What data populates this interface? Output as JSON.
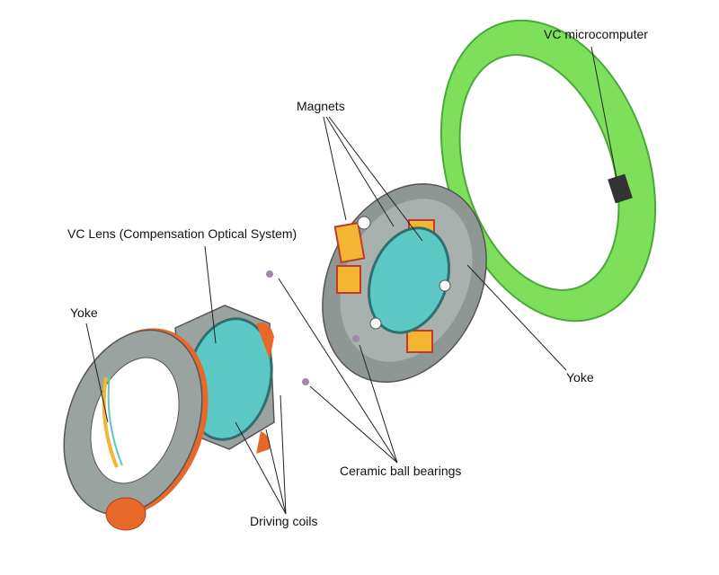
{
  "labels": {
    "vc_microcomputer": "VC microcomputer",
    "magnets": "Magnets",
    "vc_lens": "VC Lens (Compensation Optical System)",
    "yoke_left": "Yoke",
    "yoke_right": "Yoke",
    "ceramic_ball_bearings": "Ceramic ball bearings",
    "driving_coils": "Driving coils"
  },
  "colors": {
    "board": "#7ee05a",
    "lens": "#5cc8c4",
    "housing": "#9aa3a0",
    "magnet": "#f2b632",
    "coil": "#e8682a",
    "bearing": "#a08aa8"
  }
}
